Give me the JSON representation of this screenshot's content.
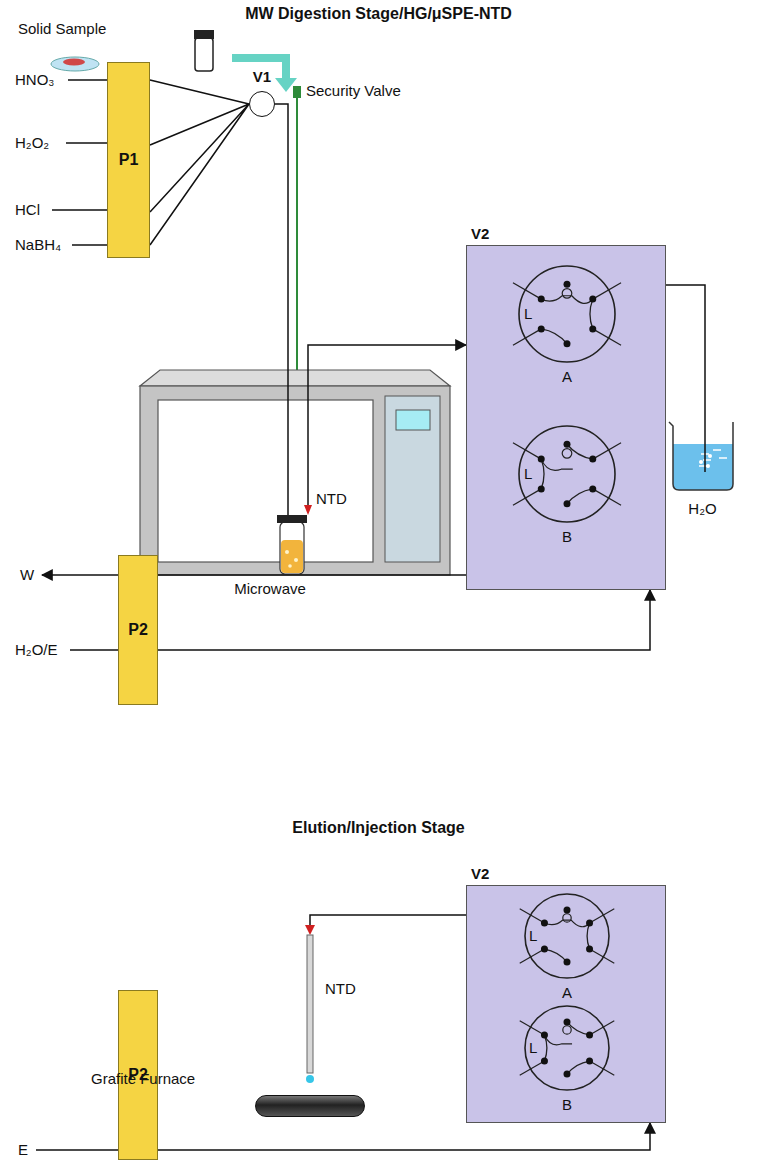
{
  "diagram": {
    "title": "MW Digestion Stage/HG/μSPE-NTD",
    "nodes": [
      {
        "text": [
          "P1"
        ]
      },
      {
        "text": [
          "V1"
        ]
      },
      {
        "text": [
          "Microwave"
        ]
      },
      {
        "text": [
          "V2"
        ]
      },
      {
        "text": [
          "L",
          "A"
        ],
        "in": 3
      },
      {
        "text": [
          "L",
          "B"
        ],
        "in": 3
      },
      {
        "text": [
          "H₂O"
        ]
      },
      {
        "text": [
          "P2"
        ]
      },
      {
        "text": [
          "V2"
        ]
      },
      {
        "text": [
          "L",
          "A"
        ],
        "in": 8
      },
      {
        "text": [
          "L",
          "B"
        ],
        "in": 8
      },
      {
        "text": [
          "P2"
        ]
      },
      {
        "text": [
          "NTD"
        ]
      },
      {
        "text": [
          "Grafite Furnace"
        ]
      }
    ],
    "edges": [
      {
        "from": 0,
        "to": 1,
        "arrow": "none"
      },
      {
        "from": 1,
        "to": 2,
        "arrow": "none"
      },
      {
        "from": 2,
        "to": 3,
        "arrow": "to"
      },
      {
        "from": 3,
        "to": 6,
        "arrow": "none"
      },
      {
        "from": 3,
        "to": 7,
        "arrow": "none"
      },
      {
        "from": 7,
        "to": 3,
        "arrow": "to"
      },
      {
        "from": 8,
        "to": 12,
        "arrow": "none"
      },
      {
        "from": 11,
        "to": 8,
        "arrow": "to"
      }
    ],
    "labels": [
      "Solid Sample",
      "HNO₃",
      "H₂O₂",
      "HCl",
      "NaBH₄",
      "Security Valve",
      "NTD",
      "W",
      "H₂O/E",
      "Elution/Injection Stage",
      "E"
    ]
  }
}
